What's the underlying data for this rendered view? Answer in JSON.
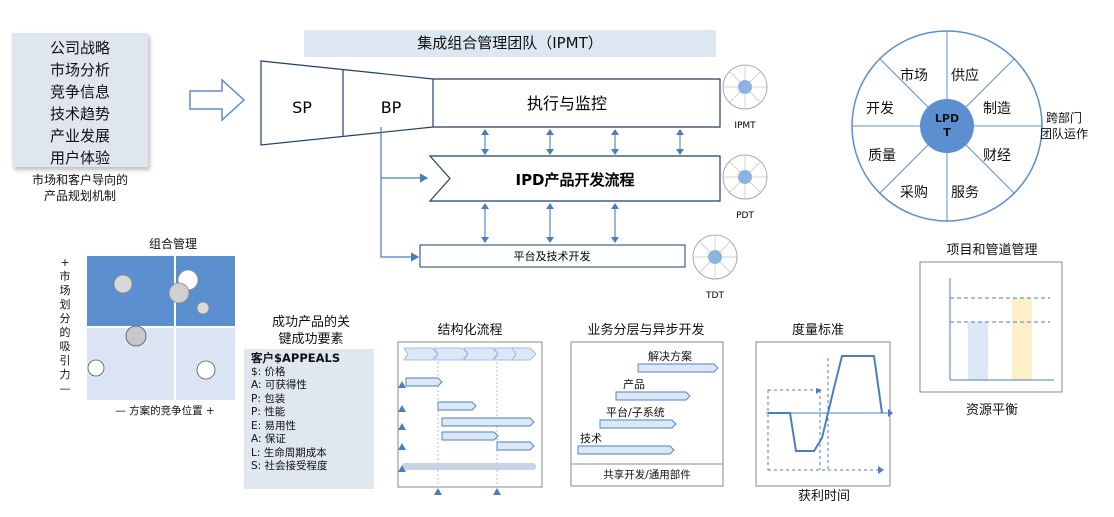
{
  "inputs": {
    "items": [
      "公司战略",
      "市场分析",
      "竞争信息",
      "技术趋势",
      "产业发展",
      "用户体验"
    ],
    "caption": [
      "市场和客户导向的",
      "产品规划机制"
    ]
  },
  "ipmt_banner": "集成组合管理团队（IPMT）",
  "funnel": {
    "sp": "SP",
    "bp": "BP",
    "execution": "执行与监控"
  },
  "ipd": "IPD产品开发流程",
  "platform": "平台及技术开发",
  "team_labels": {
    "ipmt": "IPMT",
    "pdt": "PDT",
    "tdt": "TDT"
  },
  "wheel": {
    "center": [
      "LPD",
      "T"
    ],
    "segments": [
      "市场",
      "供应",
      "制造",
      "财经",
      "服务",
      "采购",
      "质量",
      "开发"
    ],
    "side_label": [
      "跨部门",
      "团队运作"
    ]
  },
  "portfolio": {
    "title": "组合管理",
    "y_axis": [
      "+",
      "市",
      "场",
      "划",
      "分",
      "的",
      "吸",
      "引",
      "力",
      "—"
    ],
    "x_axis": "— 方案的竞争位置 +"
  },
  "success": {
    "title": [
      "成功产品的关",
      "键成功要素"
    ],
    "appeals_title": "客户$APPEALS",
    "appeals": [
      "$: 价格",
      "A: 可获得性",
      "P: 包装",
      "P: 性能",
      "E: 易用性",
      "A: 保证",
      "L: 生命周期成本",
      "S: 社会接受程度"
    ]
  },
  "structured": {
    "title": "结构化流程"
  },
  "layering": {
    "title": "业务分层与异步开发",
    "layers": [
      "解决方案",
      "产品",
      "平台/子系统",
      "技术"
    ],
    "footer": "共享开发/通用部件"
  },
  "metrics": {
    "title": "度量标准",
    "caption": "获利时间"
  },
  "pipeline": {
    "title": "项目和管道管理",
    "caption": "资源平衡"
  },
  "colors": {
    "accent_blue": "#5b8fd0",
    "light_blue": "#dde7f1",
    "arrow_blue": "#4a7fbf",
    "dark_navy": "#1f3f6a",
    "bar_yellow": "#fdf0c8",
    "bar_blue": "#dce8f7"
  }
}
